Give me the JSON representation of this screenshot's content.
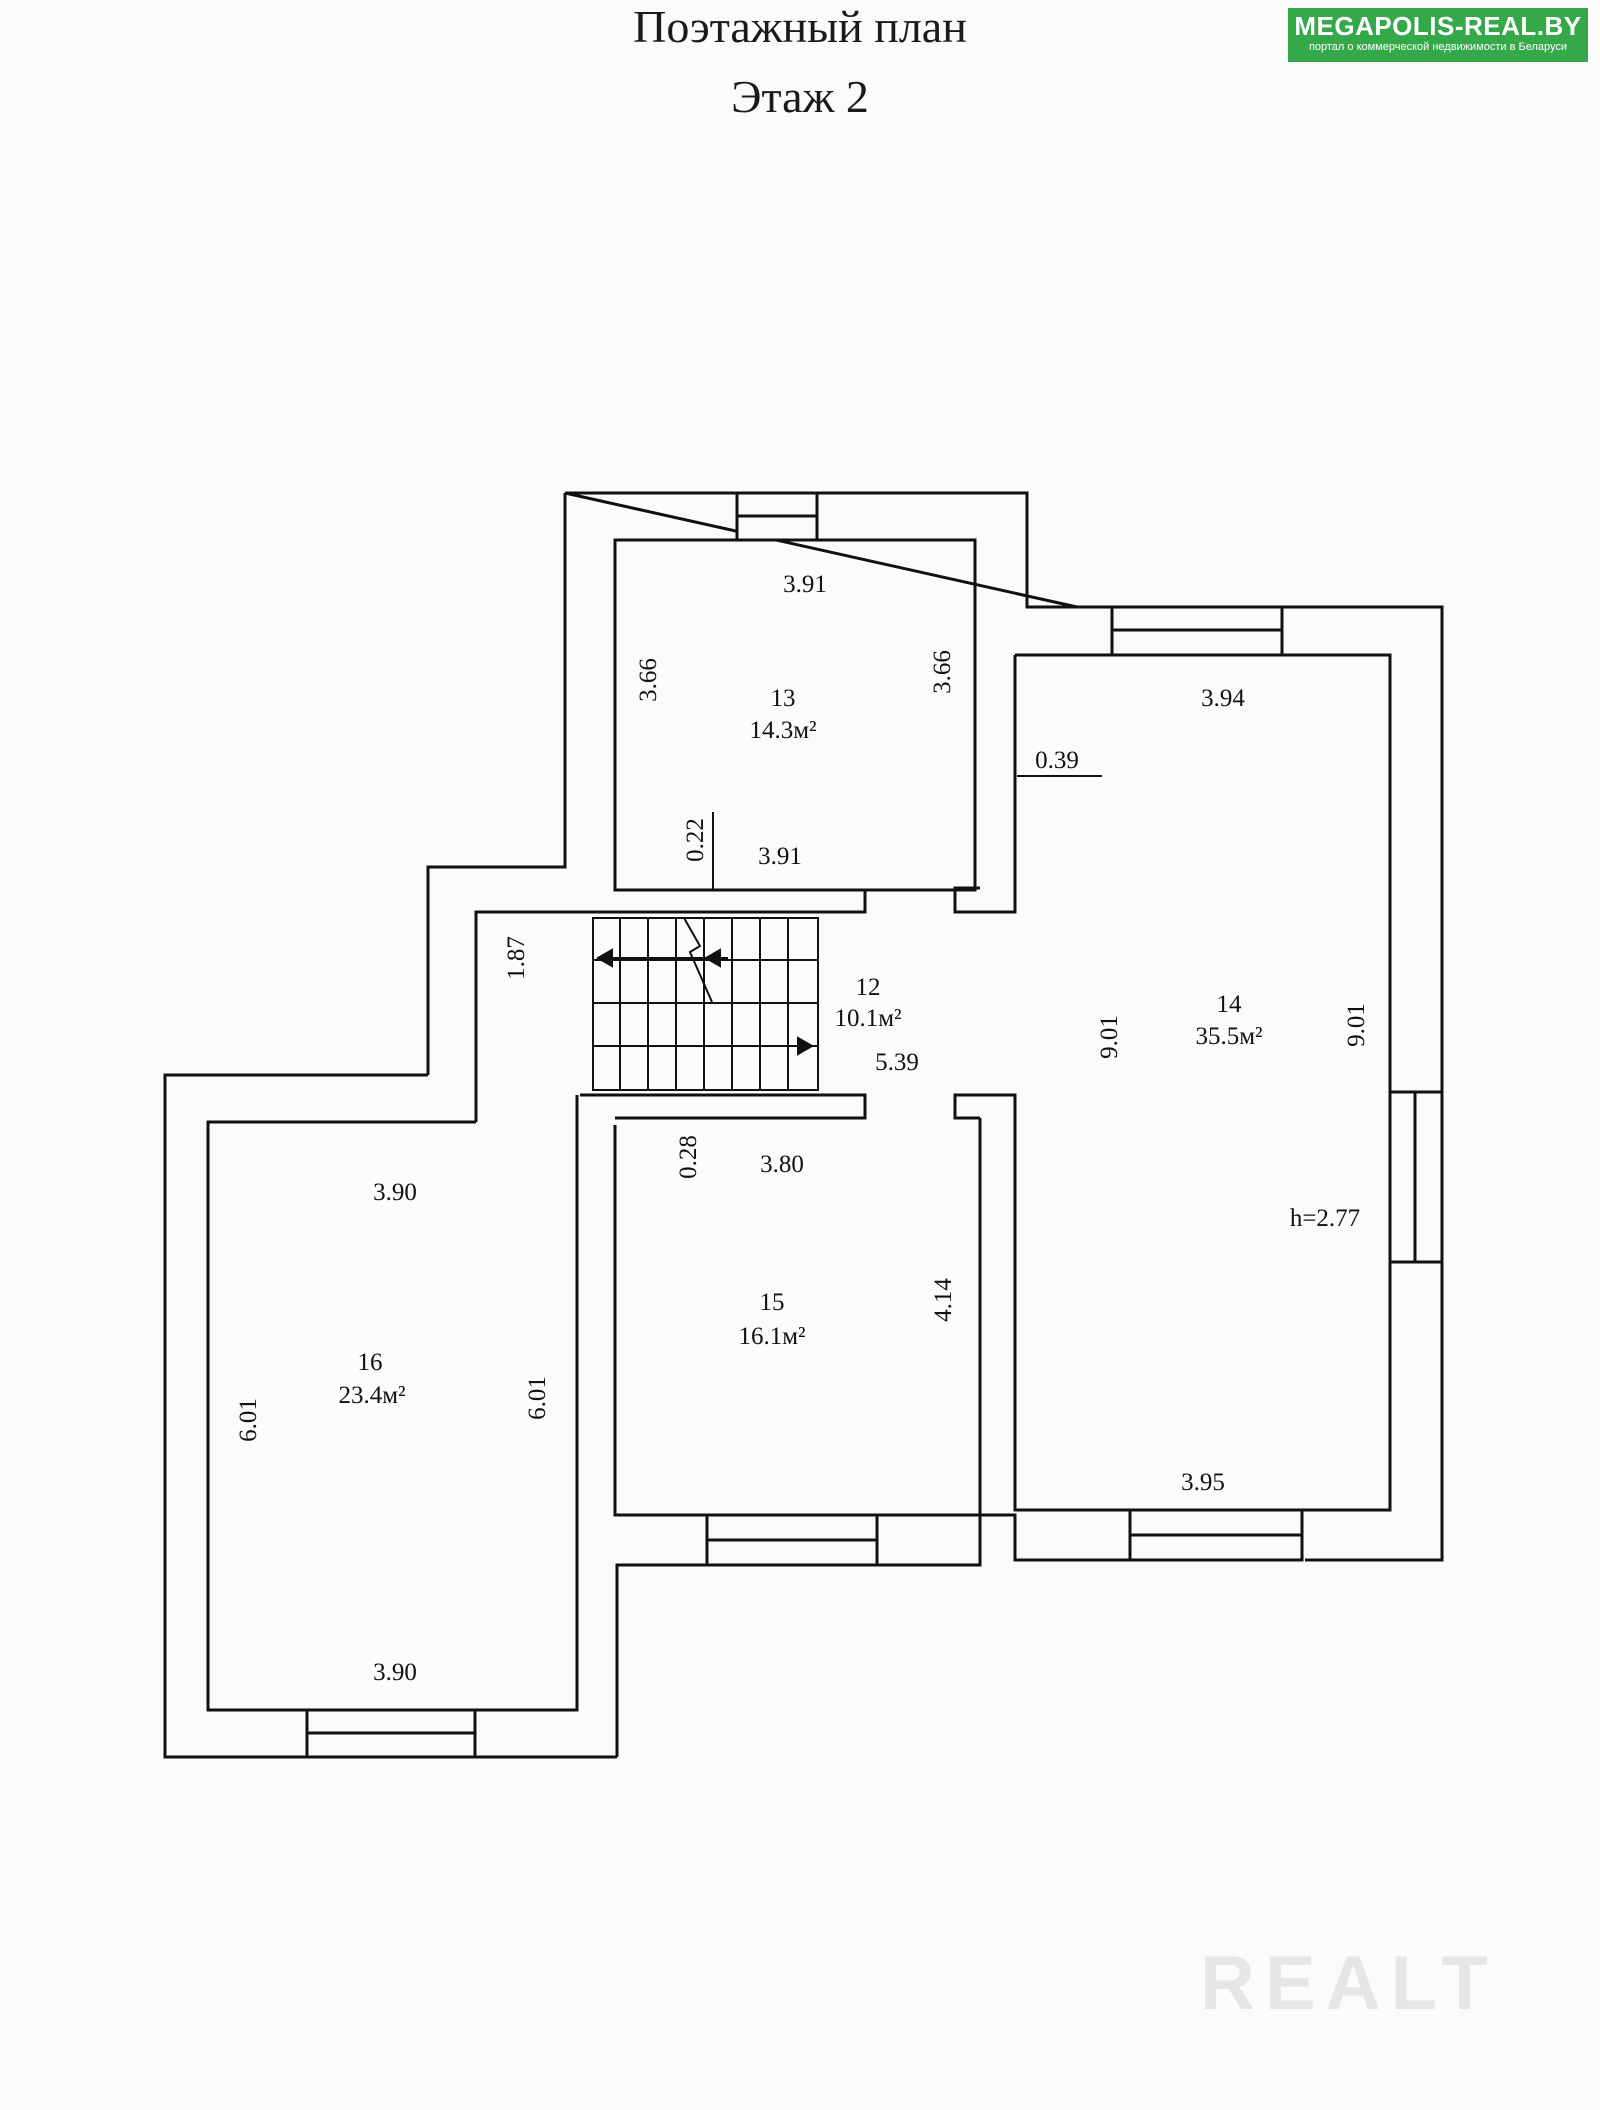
{
  "header": {
    "title": "Поэтажный план",
    "floor": "Этаж 2"
  },
  "badge": {
    "name": "MEGAPOLIS-REAL.BY",
    "tagline": "портал о коммерческой недвижимости в Беларуси",
    "color": "#35a849"
  },
  "watermark": "REALT",
  "rooms": {
    "r12": {
      "number": "12",
      "area": "10.1м²"
    },
    "r13": {
      "number": "13",
      "area": "14.3м²"
    },
    "r14": {
      "number": "14",
      "area": "35.5м²"
    },
    "r15": {
      "number": "15",
      "area": "16.1м²"
    },
    "r16": {
      "number": "16",
      "area": "23.4м²"
    }
  },
  "dims": {
    "r13_top": "3.91",
    "r13_left": "3.66",
    "r13_right": "3.66",
    "r13_bottom": "3.91",
    "r13_wall": "0.22",
    "r14_top": "3.94",
    "r14_offset": "0.39",
    "r14_left": "9.01",
    "r14_right": "9.01",
    "r14_bottom": "3.95",
    "r14_height": "h=2.77",
    "r12_left": "1.87",
    "r12_length": "5.39",
    "r15_wall": "0.28",
    "r15_top": "3.80",
    "r15_right": "4.14",
    "r16_top": "3.90",
    "r16_left": "6.01",
    "r16_right": "6.01",
    "r16_bottom": "3.90"
  }
}
